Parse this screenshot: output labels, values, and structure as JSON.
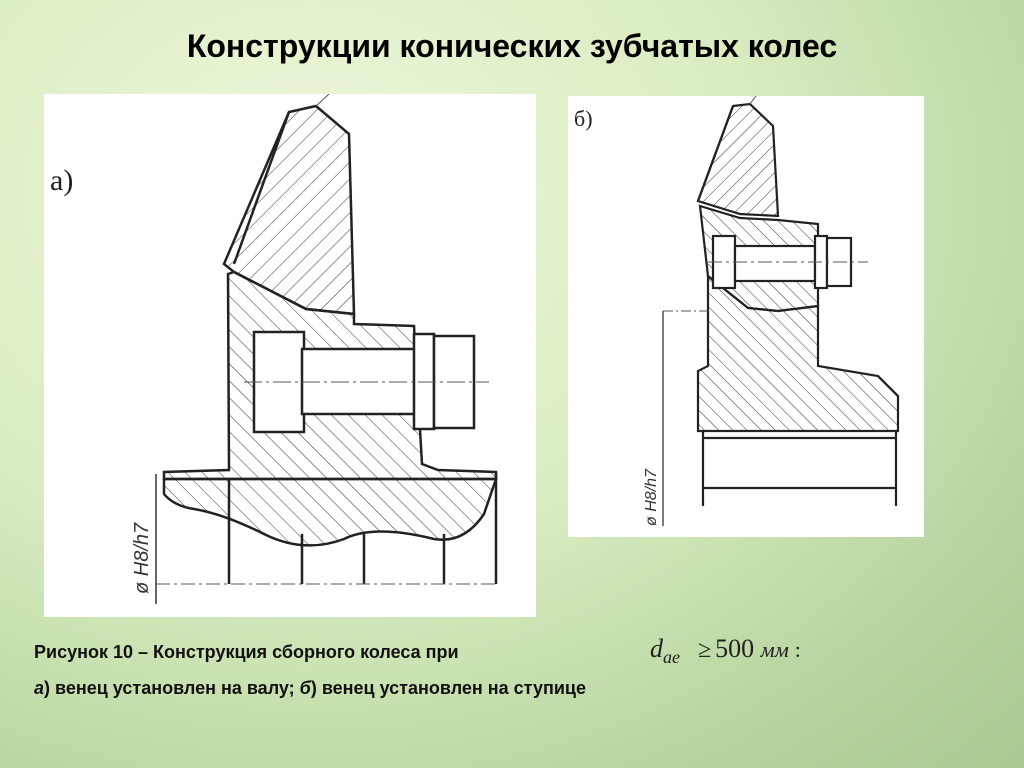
{
  "slide": {
    "title": "Конструкции конических зубчатых колес"
  },
  "figure_a": {
    "label": "а)",
    "dimension_label": "ø  H8/h7"
  },
  "figure_b": {
    "label": "б)",
    "dimension_label": "ø  H8/h7"
  },
  "caption": {
    "line1_text": "Рисунок 10 – Конструкция сборного колеса при",
    "formula": {
      "symbol": "d",
      "subscript": "ae",
      "operator": "≥",
      "value": "500",
      "unit": "мм",
      "suffix": ":"
    },
    "line2": {
      "a_marker": "а",
      "a_text": ") венец установлен на валу; ",
      "b_marker": "б",
      "b_text": ") венец установлен на ступице"
    }
  }
}
